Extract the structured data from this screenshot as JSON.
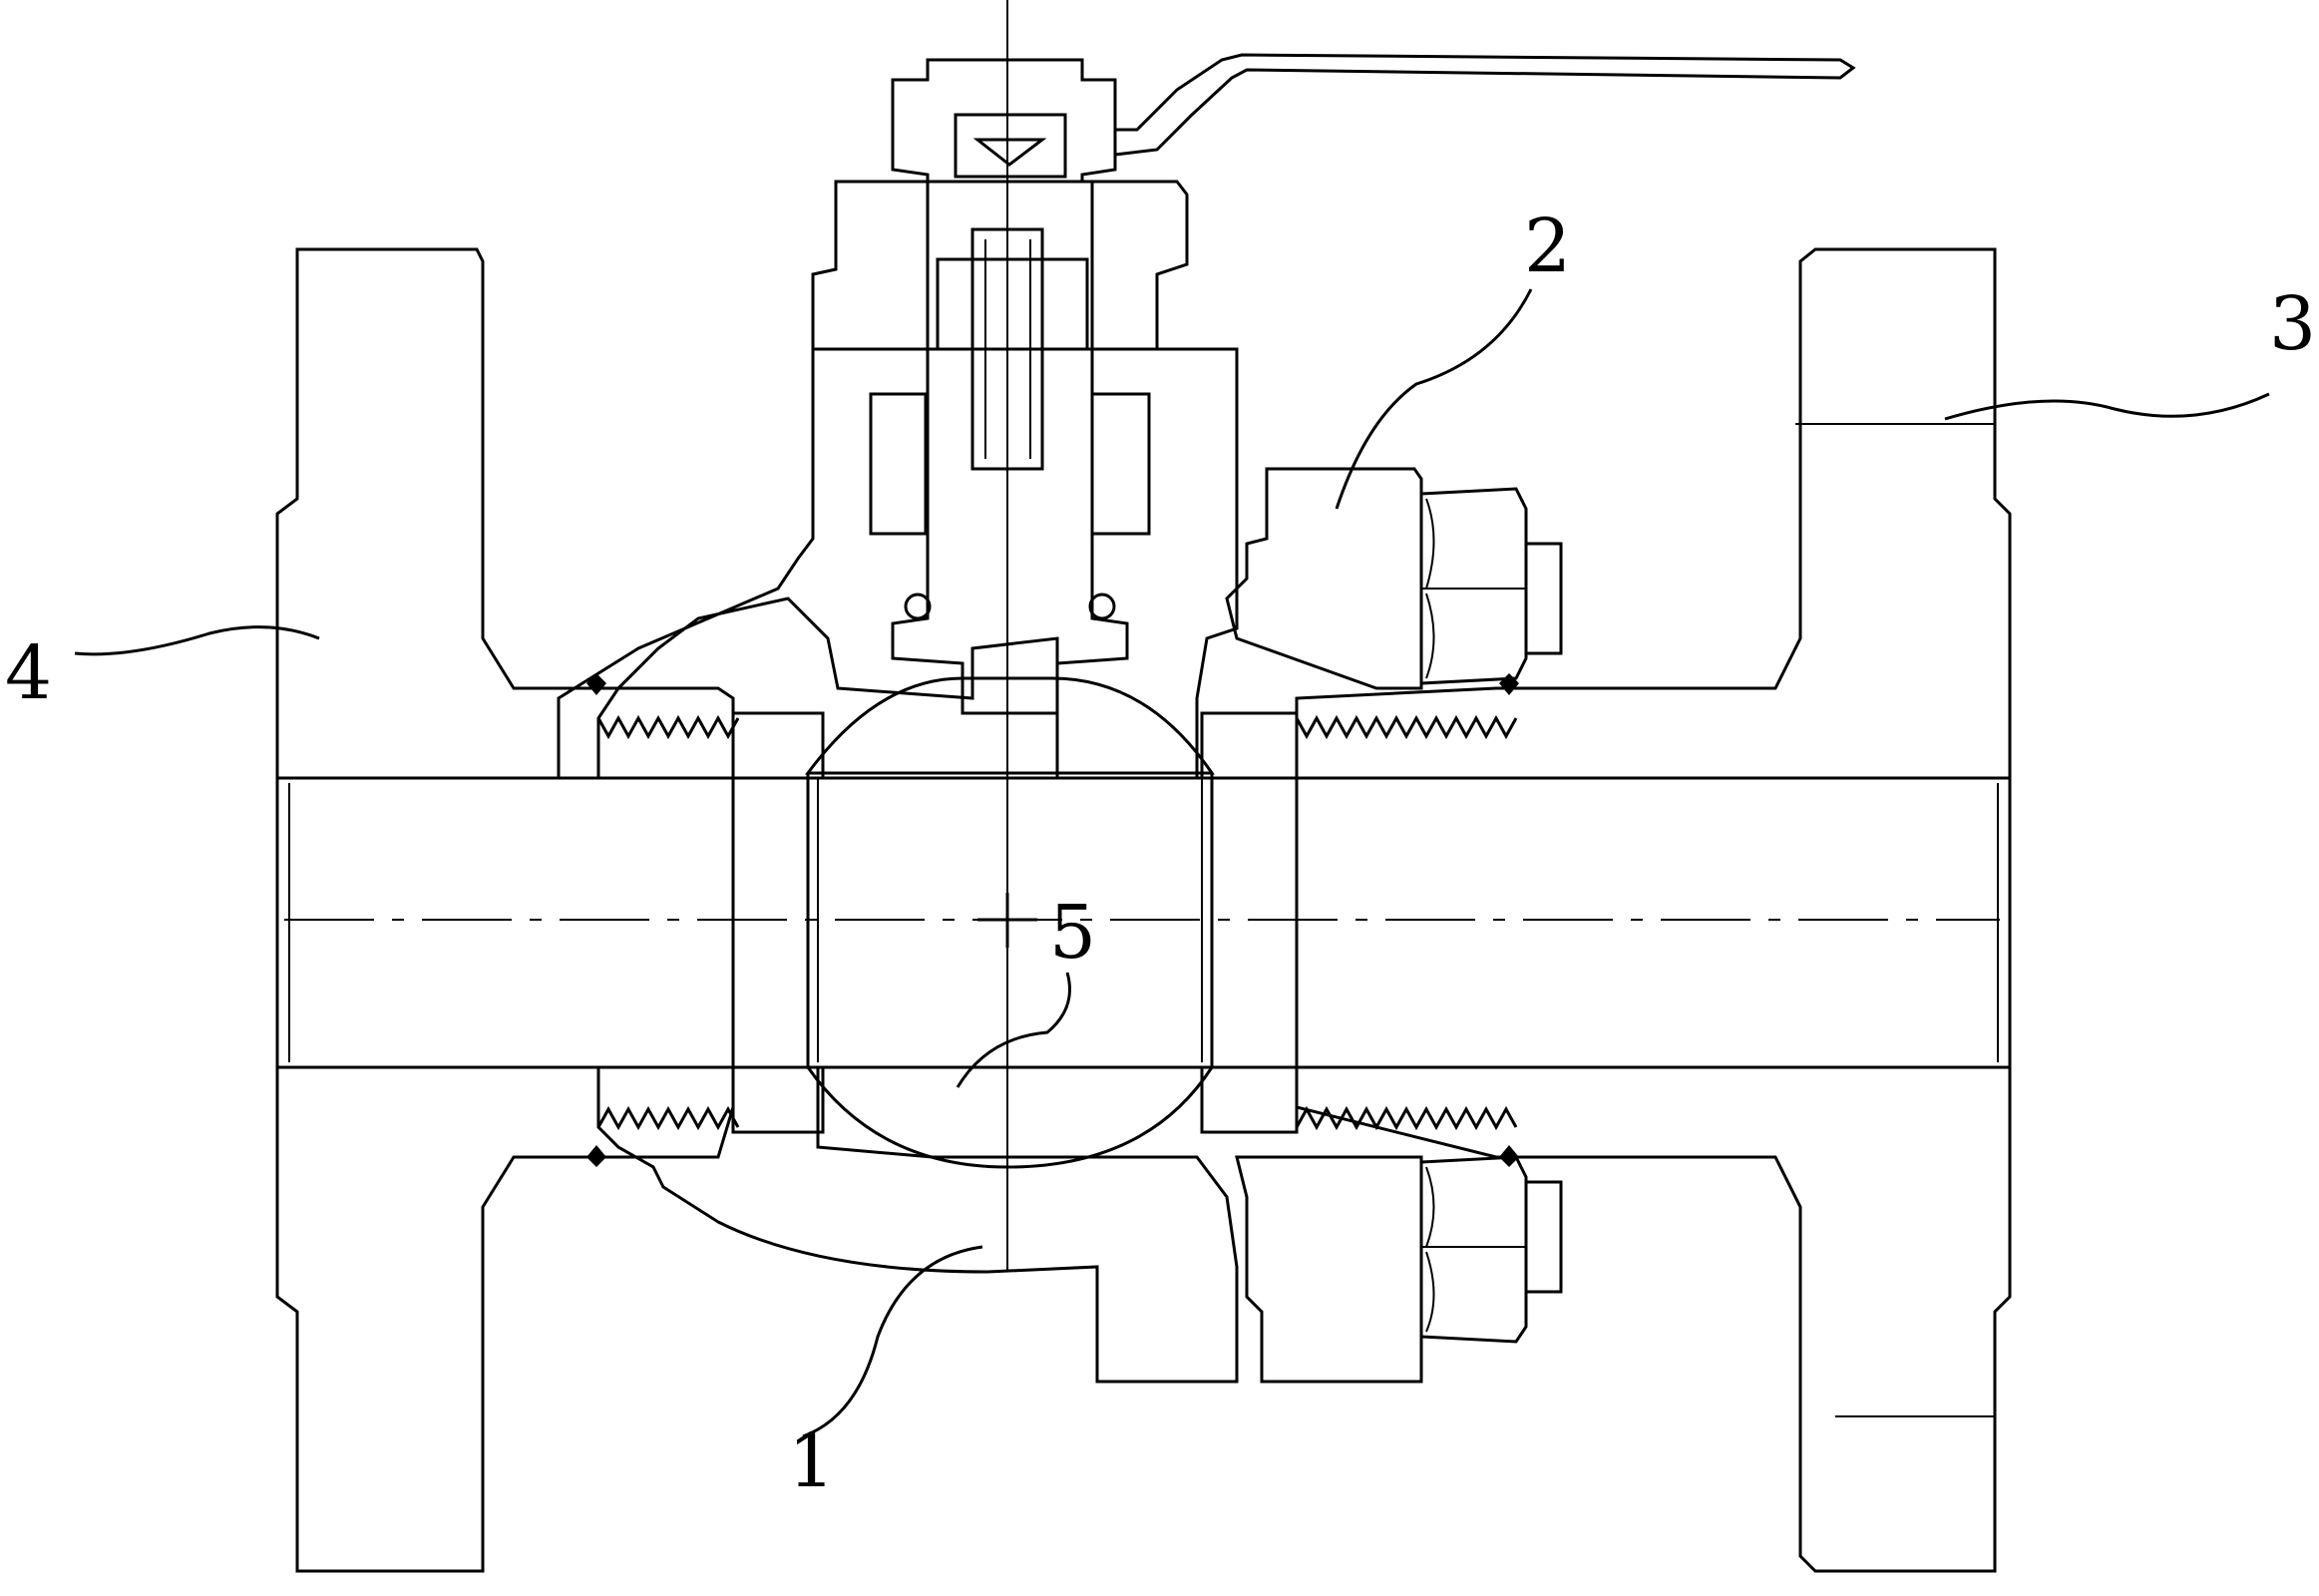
{
  "diagram": {
    "callouts": [
      {
        "id": "1",
        "text": "1",
        "part": "valve-body"
      },
      {
        "id": "2",
        "text": "2",
        "part": "nut-flange-ring"
      },
      {
        "id": "3",
        "text": "3",
        "part": "right-flange-end"
      },
      {
        "id": "4",
        "text": "4",
        "part": "left-flange-end"
      },
      {
        "id": "5",
        "text": "5",
        "part": "ball"
      }
    ]
  }
}
